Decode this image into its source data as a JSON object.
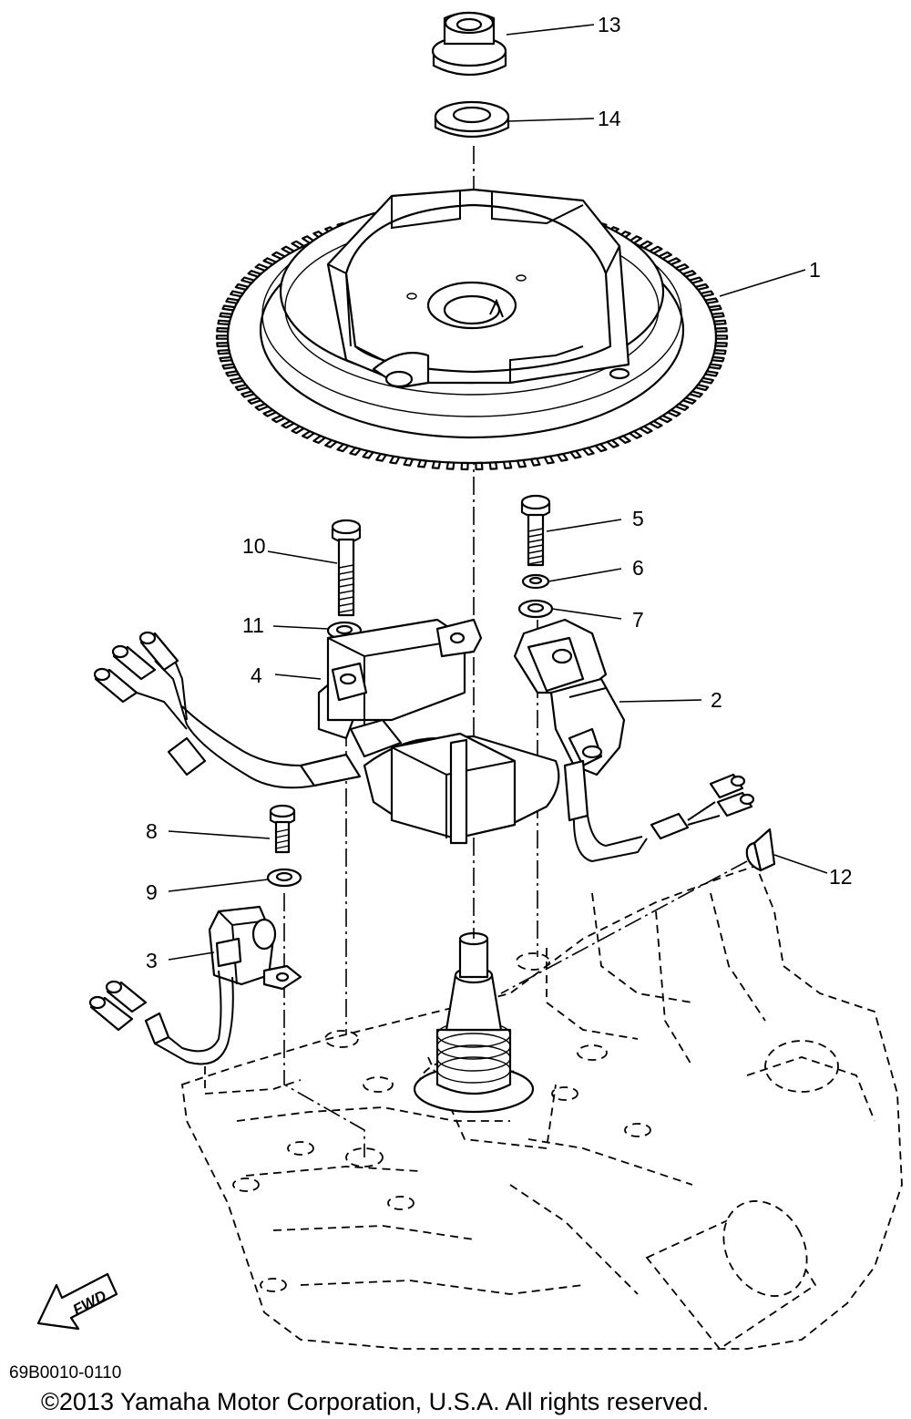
{
  "diagram": {
    "callouts": [
      {
        "id": "c1",
        "label": "1"
      },
      {
        "id": "c2",
        "label": "2"
      },
      {
        "id": "c3",
        "label": "3"
      },
      {
        "id": "c4",
        "label": "4"
      },
      {
        "id": "c5",
        "label": "5"
      },
      {
        "id": "c6",
        "label": "6"
      },
      {
        "id": "c7",
        "label": "7"
      },
      {
        "id": "c8",
        "label": "8"
      },
      {
        "id": "c9",
        "label": "9"
      },
      {
        "id": "c10",
        "label": "10"
      },
      {
        "id": "c11",
        "label": "11"
      },
      {
        "id": "c12",
        "label": "12"
      },
      {
        "id": "c13",
        "label": "13"
      },
      {
        "id": "c14",
        "label": "14"
      }
    ],
    "fwd_label": "FWD",
    "drawing_id": "69B0010-0110",
    "copyright": "©2013 Yamaha Motor Corporation, U.S.A. All rights reserved.",
    "colors": {
      "ink": "#000000",
      "paper": "#ffffff"
    }
  }
}
